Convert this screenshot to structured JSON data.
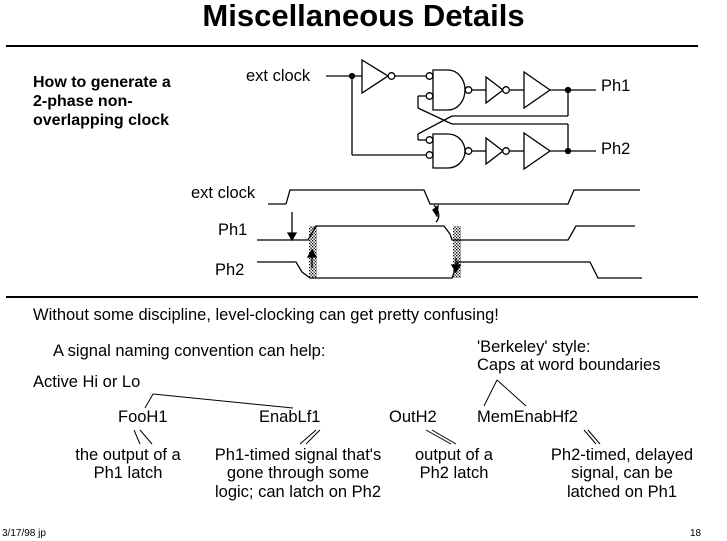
{
  "slide": {
    "title": "Miscellaneous Details",
    "footer_left": "3/17/98 jp",
    "page_number": "18"
  },
  "clock_circuit": {
    "heading_lines": [
      "How to generate a",
      "2-phase non-",
      "overlapping clock"
    ],
    "input_label": "ext clock",
    "output_ph1": "Ph1",
    "output_ph2": "Ph2"
  },
  "timing_diagram": {
    "signals": [
      "ext clock",
      "Ph1",
      "Ph2"
    ]
  },
  "naming": {
    "intro": "Without some discipline, level-clocking can get pretty confusing!",
    "convention": "A signal naming convention can help:",
    "active_label": "Active Hi or Lo",
    "berkeley_lines": [
      "'Berkeley' style:",
      "Caps at word boundaries"
    ],
    "examples": [
      {
        "name": "FooH1",
        "desc": [
          "the output of a",
          "Ph1 latch"
        ]
      },
      {
        "name": "EnabLf1",
        "desc": [
          "Ph1-timed signal that's",
          "gone through some",
          "logic; can latch  on Ph2"
        ]
      },
      {
        "name": "OutH2",
        "desc": [
          "output of a",
          "Ph2 latch"
        ]
      },
      {
        "name": "MemEnabHf2",
        "desc": [
          "Ph2-timed, delayed",
          "signal, can be",
          "latched on Ph1"
        ]
      }
    ]
  }
}
